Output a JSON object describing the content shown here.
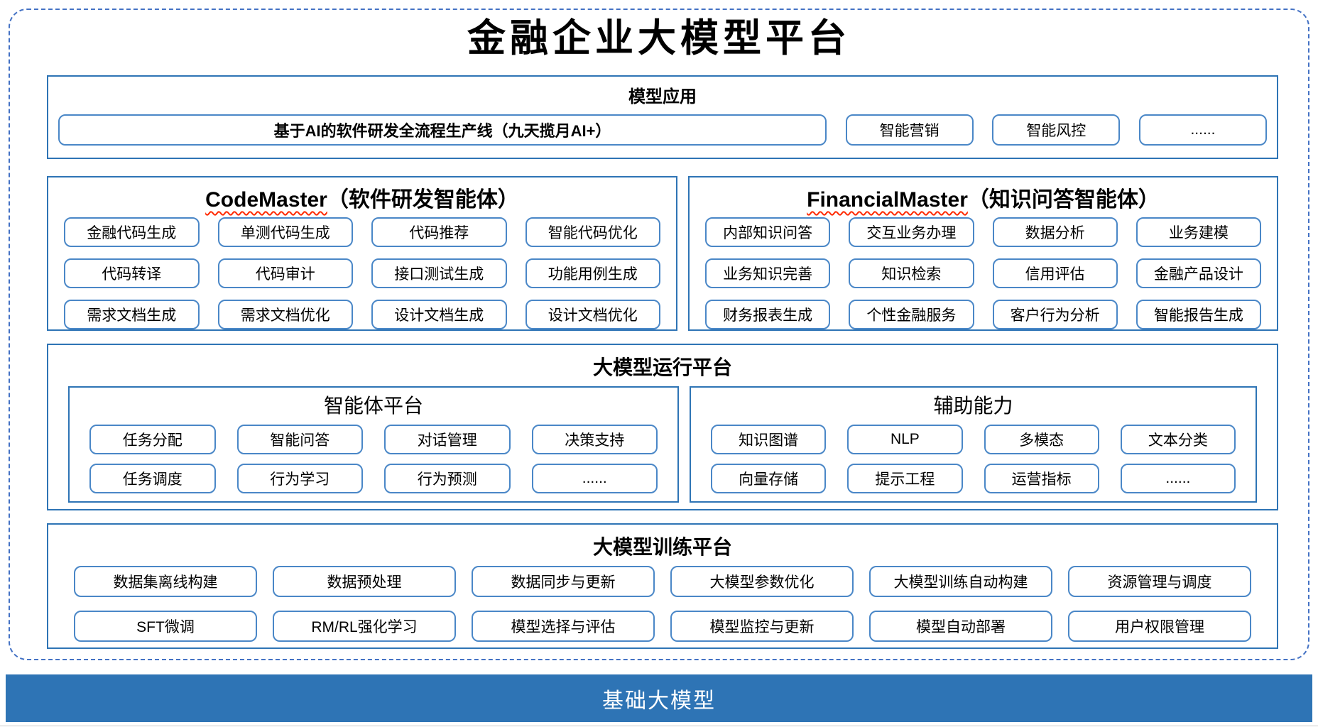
{
  "title": "金融企业大模型平台",
  "colors": {
    "section_border": "#2E74B5",
    "button_border": "#4A87C7",
    "dashed_frame": "#4472C4",
    "base_bar_bg": "#2E74B5",
    "base_bar_text": "#FFFFFF",
    "spellcheck_wave": "#FF2A00"
  },
  "model_app": {
    "title": "模型应用",
    "main_button": "基于AI的软件研发全流程生产线（九天揽月AI+）",
    "buttons": [
      "智能营销",
      "智能风控",
      "......"
    ]
  },
  "code_master": {
    "title_en": "CodeMaster",
    "title_zh": "（软件研发智能体）",
    "items": [
      "金融代码生成",
      "单测代码生成",
      "代码推荐",
      "智能代码优化",
      "代码转译",
      "代码审计",
      "接口测试生成",
      "功能用例生成",
      "需求文档生成",
      "需求文档优化",
      "设计文档生成",
      "设计文档优化"
    ]
  },
  "financial_master": {
    "title_en": "FinancialMaster",
    "title_zh": "（知识问答智能体）",
    "items": [
      "内部知识问答",
      "交互业务办理",
      "数据分析",
      "业务建模",
      "业务知识完善",
      "知识检索",
      "信用评估",
      "金融产品设计",
      "财务报表生成",
      "个性金融服务",
      "客户行为分析",
      "智能报告生成"
    ]
  },
  "runtime": {
    "title": "大模型运行平台",
    "agent_platform": {
      "title": "智能体平台",
      "items": [
        "任务分配",
        "智能问答",
        "对话管理",
        "决策支持",
        "任务调度",
        "行为学习",
        "行为预测",
        "......"
      ]
    },
    "aux_ability": {
      "title": "辅助能力",
      "items": [
        "知识图谱",
        "NLP",
        "多模态",
        "文本分类",
        "向量存储",
        "提示工程",
        "运营指标",
        "......"
      ]
    }
  },
  "training": {
    "title": "大模型训练平台",
    "items": [
      "数据集离线构建",
      "数据预处理",
      "数据同步与更新",
      "大模型参数优化",
      "大模型训练自动构建",
      "资源管理与调度",
      "SFT微调",
      "RM/RL强化学习",
      "模型选择与评估",
      "模型监控与更新",
      "模型自动部署",
      "用户权限管理"
    ]
  },
  "base_model": {
    "label": "基础大模型"
  }
}
